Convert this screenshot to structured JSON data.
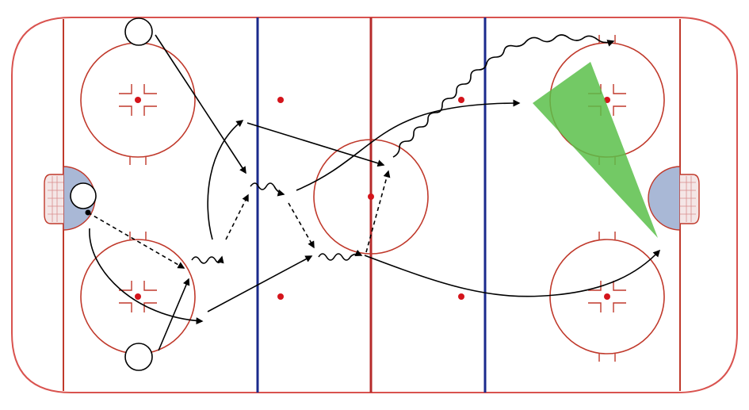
{
  "diagram": {
    "kind": "hockey-drill-diagram",
    "colors": {
      "board": "#d9534f",
      "red_line": "#b52a2a",
      "blue_line": "#1a2a8c",
      "faceoff_dot": "#d4141b",
      "crease": "#a9b8d6",
      "shot_zone": "#5bbf4a",
      "path": "#000000",
      "player_fill": "#ffffff",
      "player_stroke": "#000000"
    },
    "players": [
      {
        "id": "player-top-left"
      },
      {
        "id": "player-left-goal"
      },
      {
        "id": "player-bottom-left"
      }
    ],
    "legend": {
      "solid_arrow": "skate",
      "dashed_arrow": "pass",
      "wavy_arrow": "skate-with-puck",
      "green_triangle": "shot"
    }
  }
}
